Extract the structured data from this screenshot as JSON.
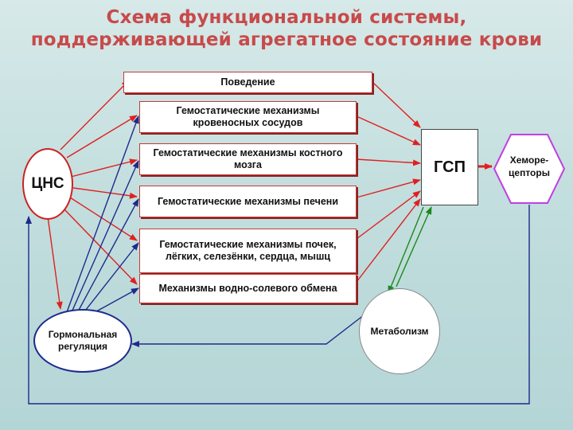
{
  "title": {
    "line1": "Схема функциональной системы,",
    "line2": "поддерживающей агрегатное состояние крови"
  },
  "boxes": {
    "behavior": "Поведение",
    "vessels": "Гемостатические механизмы кровеносных сосудов",
    "marrow": "Гемостатические механизмы костного мозга",
    "liver": "Гемостатические механизмы печени",
    "organs": "Гемостатические механизмы почек, лёгких, селезёнки, сердца, мышц",
    "water_salt": "Механизмы водно-солевого обмена"
  },
  "nodes": {
    "cns": "ЦНС",
    "hormonal": "Гормональная регуляция",
    "gsp": "ГСП",
    "chemo": "Хеморе-цепторы",
    "metabolism": "Метаболизм"
  },
  "colors": {
    "red_arrows": "#e02020",
    "blue_arrows": "#1c2a8c",
    "green_arrows": "#1a8a1a",
    "chemo_border": "#c040e0",
    "cns_border": "#cc2222",
    "hormonal_border": "#1c2a8c"
  }
}
